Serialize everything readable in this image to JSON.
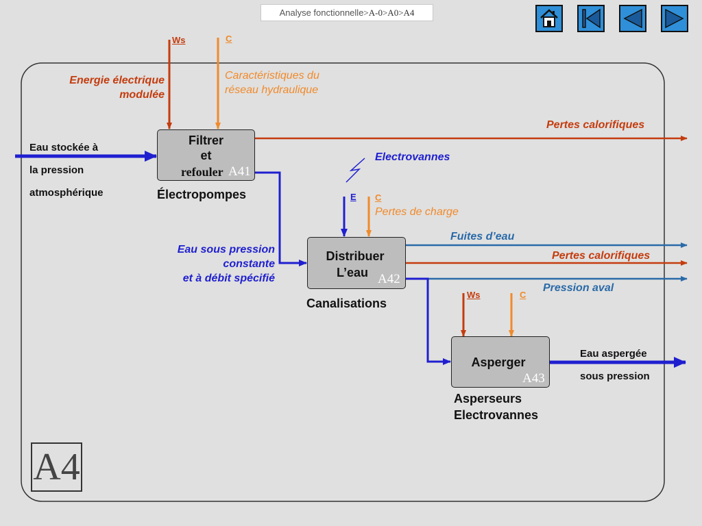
{
  "header": {
    "breadcrumb_prefix": "Analyse fonctionnelle",
    "breadcrumb_path": ">A-0>A0>A4"
  },
  "nav": {
    "home_icon": "home-icon",
    "first_icon": "skip-first-icon",
    "prev_icon": "prev-triangle-icon",
    "next_icon": "next-triangle-icon",
    "button_color": "#2f8fd8"
  },
  "colors": {
    "energy": "#c43c0e",
    "control": "#f08a2a",
    "water": "#1f1fd0",
    "loss": "#2a6aa8",
    "box": "#bdbdbd"
  },
  "diagram": {
    "id": "A4",
    "boxes": [
      {
        "code": "A41",
        "label_lines": [
          "Filtrer",
          "et",
          "refouler"
        ],
        "mechanism": "Électropompes"
      },
      {
        "code": "A42",
        "label_lines": [
          "Distribuer",
          "L’eau"
        ],
        "mechanism": "Canalisations"
      },
      {
        "code": "A43",
        "label_lines": [
          "Asperger"
        ],
        "mechanism_lines": [
          "Asperseurs",
          "Electrovannes"
        ]
      }
    ],
    "inputs": {
      "stored_water_lines": [
        "Eau stockée à",
        "la pression",
        "atmosphérique"
      ],
      "energy_lines": [
        "Energie électrique",
        "modulée"
      ],
      "network_lines": [
        "Caractéristiques du",
        "réseau hydraulique"
      ],
      "electrovannes": "Electrovannes",
      "pertes_charge": "Pertes de charge",
      "pressurized_water_lines": [
        "Eau sous pression",
        "constante",
        "et à débit spécifié"
      ]
    },
    "outputs": {
      "heat_loss_1": "Pertes calorifiques",
      "leaks": "Fuites d’eau",
      "heat_loss_2": "Pertes calorifiques",
      "pressure_down": "Pression aval",
      "sprayed_water_lines": [
        "Eau aspergée",
        "sous pression"
      ]
    },
    "tags": {
      "ws": "Ws",
      "c": "C",
      "e": "E"
    }
  }
}
